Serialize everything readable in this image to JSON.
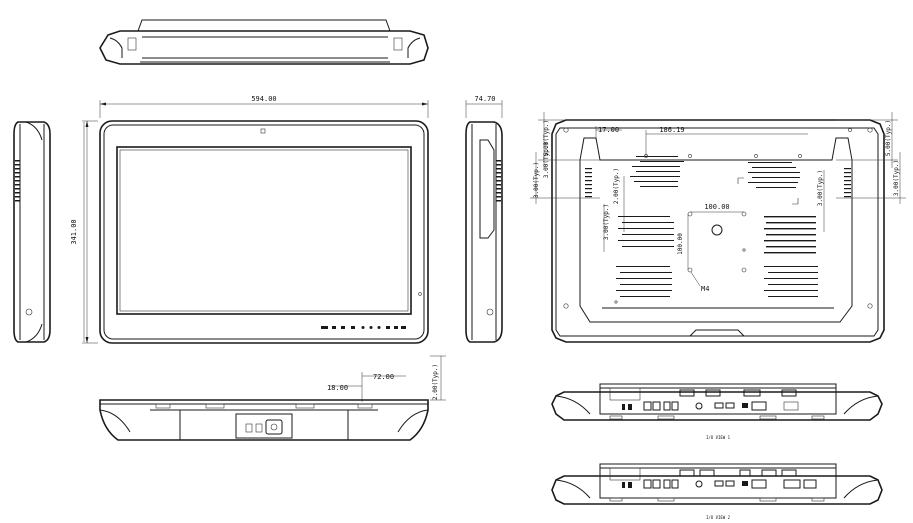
{
  "drawing_title": "",
  "dimensions": {
    "front_width": "594.00",
    "front_height": "341.00",
    "side_depth": "74.70",
    "mount_offset": "17.00",
    "mount_span": "186.19",
    "vesa_h": "100.00",
    "vesa_v": "100.00",
    "screw": "M4",
    "typ_a": "5.00(Typ.)",
    "typ_b": "3.00(Typ.)",
    "typ_c": "2.00(Typ.)",
    "typ_d": "3.00(Typ.)",
    "typ_e": "3.00(Typ.)",
    "typ_f": "3.00(Typ.)",
    "typ_g": "5.00(Typ.)",
    "typ_h": "3.00(Typ.)",
    "bottom_a": "18.00",
    "bottom_b": "72.00",
    "bottom_typ": "2.00(Typ.)"
  },
  "labels": {
    "io_view_1": "I/O VIEW 1",
    "io_view_2": "I/O VIEW 2"
  }
}
